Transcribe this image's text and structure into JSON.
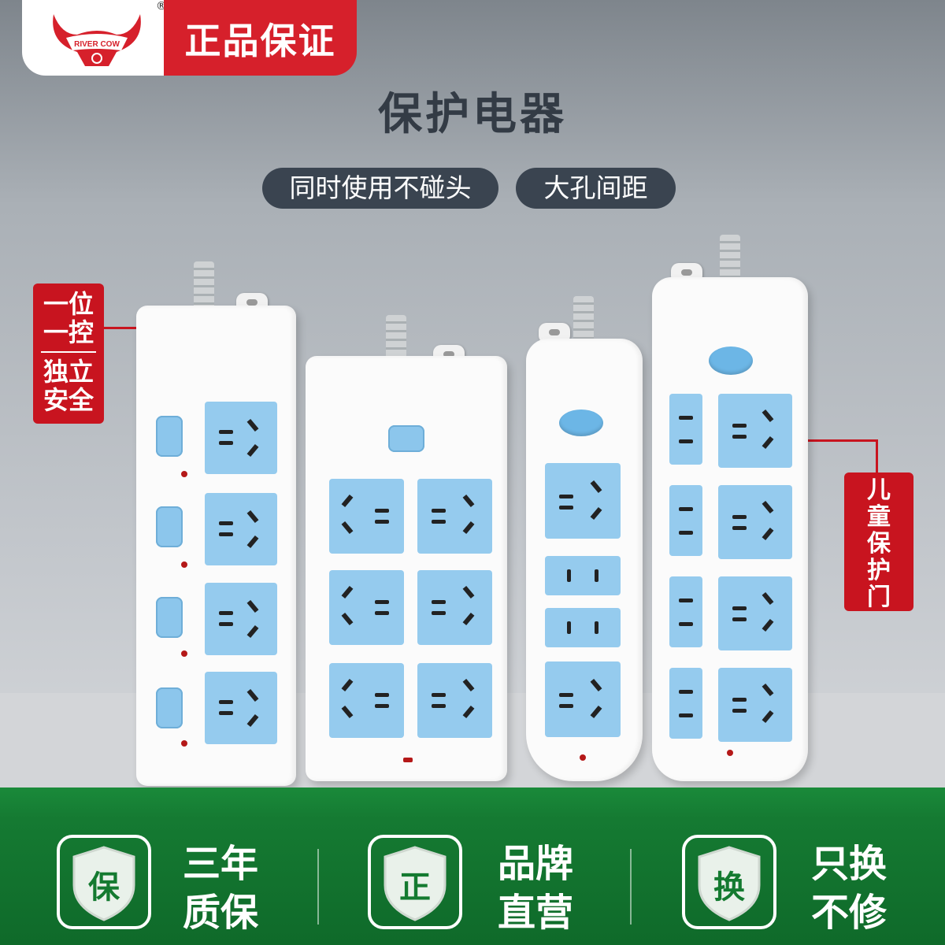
{
  "header": {
    "brand_logo_text": "RIVER COW",
    "registered_mark": "®",
    "authenticity_label": "正品保证"
  },
  "headline": "保护电器",
  "pills": [
    "同时使用不碰头",
    "大孔间距"
  ],
  "callouts": {
    "left_top_lines": [
      "一位",
      "一控"
    ],
    "left_bottom_lines": [
      "独立",
      "安全"
    ],
    "right_lines": [
      "儿",
      "童",
      "保",
      "护",
      "门"
    ]
  },
  "colors": {
    "brand_red": "#d6202b",
    "socket_blue": "#95cbee",
    "bar_green": "#157a32",
    "pill_dark": "#3a4450"
  },
  "bottom_bar": {
    "items": [
      {
        "icon": "shield-icon",
        "icon_char": "保",
        "lines": [
          "三年",
          "质保"
        ]
      },
      {
        "icon": "shield-icon",
        "icon_char": "正",
        "lines": [
          "品牌",
          "直营"
        ]
      },
      {
        "icon": "shield-icon",
        "icon_char": "换",
        "lines": [
          "只换",
          "不修"
        ]
      }
    ]
  }
}
